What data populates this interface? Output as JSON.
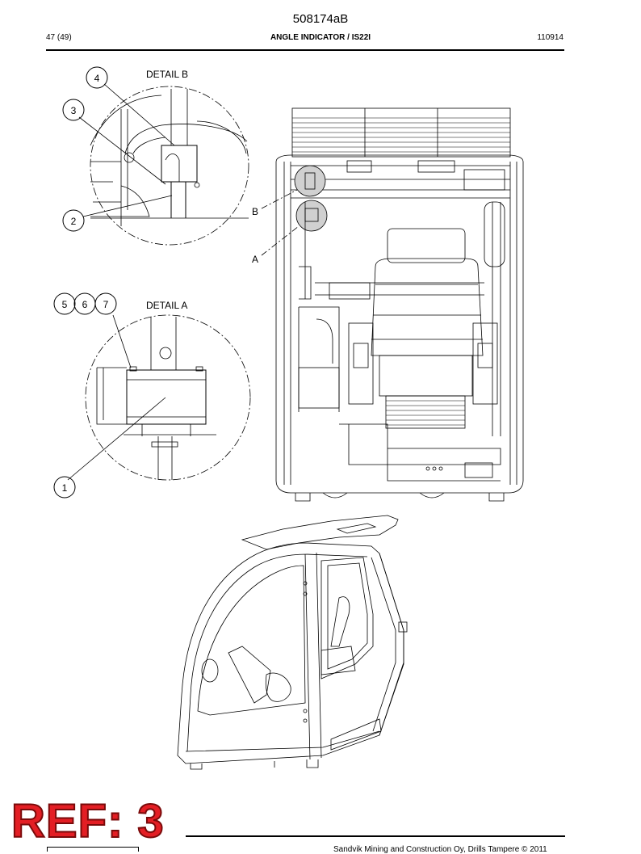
{
  "header": {
    "doc_id": "508174aB",
    "page": "47 (49)",
    "title": "ANGLE INDICATOR / IS22I",
    "date": "110914"
  },
  "drawing": {
    "detail_b_label": "DETAIL B",
    "detail_a_label": "DETAIL A",
    "view_label_b": "B",
    "view_label_a": "A",
    "callouts_b": [
      "4",
      "3",
      "2"
    ],
    "callouts_a": [
      "5",
      "6",
      "7",
      "1"
    ]
  },
  "stamp": {
    "ref": "REF: 3"
  },
  "footer": {
    "text": "Sandvik Mining and Construction Oy, Drills Tampere © 2011"
  }
}
